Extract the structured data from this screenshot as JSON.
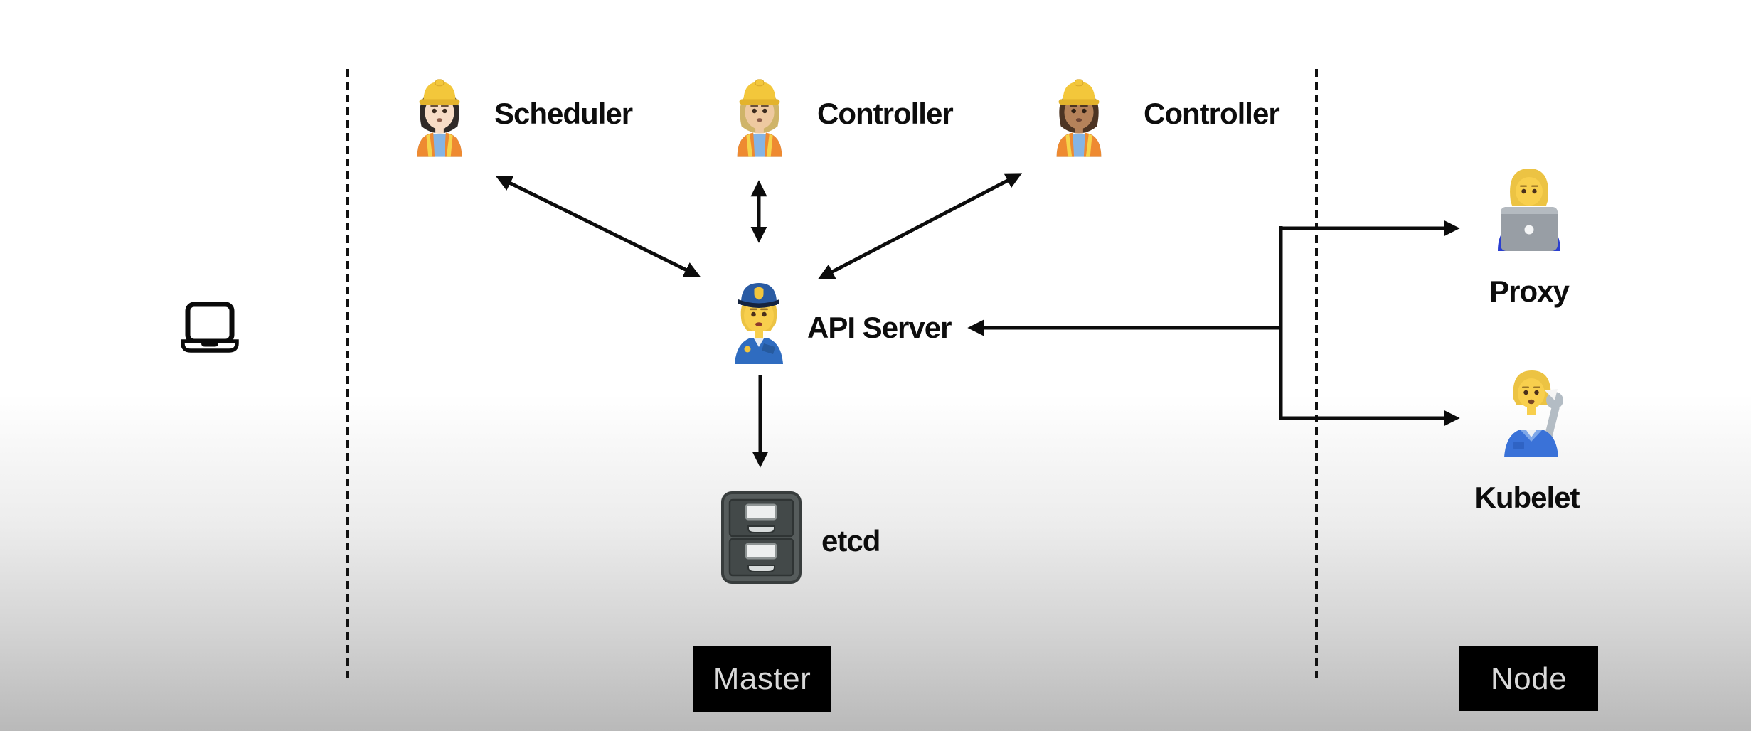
{
  "diagram": {
    "kind": "kubernetes-architecture",
    "sections": {
      "master": {
        "label": "Master"
      },
      "node": {
        "label": "Node"
      }
    },
    "components": {
      "client": {
        "icon": "laptop-icon"
      },
      "scheduler": {
        "label": "Scheduler",
        "icon": "construction-worker-emoji"
      },
      "controller_1": {
        "label": "Controller",
        "icon": "construction-worker-emoji"
      },
      "controller_2": {
        "label": "Controller",
        "icon": "construction-worker-emoji"
      },
      "api_server": {
        "label": "API Server",
        "icon": "police-officer-emoji"
      },
      "etcd": {
        "label": "etcd",
        "icon": "file-cabinet-emoji"
      },
      "proxy": {
        "label": "Proxy",
        "icon": "technologist-emoji"
      },
      "kubelet": {
        "label": "Kubelet",
        "icon": "mechanic-emoji"
      }
    },
    "edges": [
      {
        "from": "scheduler",
        "to": "api_server",
        "direction": "both"
      },
      {
        "from": "controller_1",
        "to": "api_server",
        "direction": "both"
      },
      {
        "from": "controller_2",
        "to": "api_server",
        "direction": "both"
      },
      {
        "from": "api_server",
        "to": "etcd",
        "direction": "one-way"
      },
      {
        "from": "node-bracket",
        "to": "api_server",
        "direction": "one-way"
      },
      {
        "from": "node-bracket",
        "to": "proxy",
        "direction": "one-way"
      },
      {
        "from": "node-bracket",
        "to": "kubelet",
        "direction": "one-way"
      }
    ],
    "colors": {
      "line": "#0c0c0c",
      "section_label_bg": "#000000",
      "section_label_text": "#d9d9d9",
      "background_top": "#ffffff",
      "background_bottom": "#b9b9b9"
    }
  }
}
